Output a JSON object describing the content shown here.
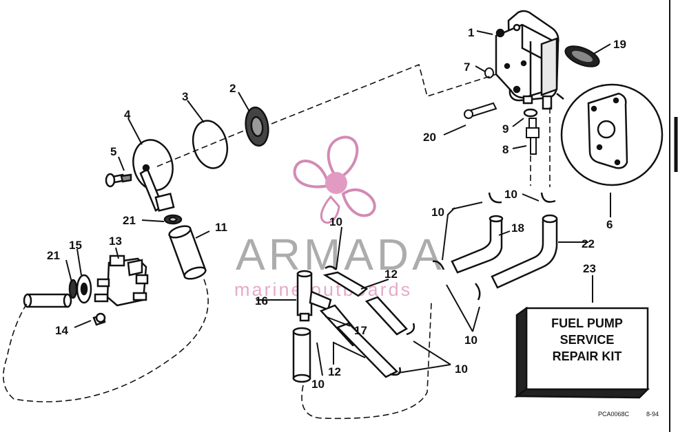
{
  "diagram": {
    "parts": [
      {
        "num": "1"
      },
      {
        "num": "2"
      },
      {
        "num": "3"
      },
      {
        "num": "4"
      },
      {
        "num": "5"
      },
      {
        "num": "6"
      },
      {
        "num": "7"
      },
      {
        "num": "8"
      },
      {
        "num": "9"
      },
      {
        "num": "10"
      },
      {
        "num": "11"
      },
      {
        "num": "12"
      },
      {
        "num": "13"
      },
      {
        "num": "14"
      },
      {
        "num": "15"
      },
      {
        "num": "16"
      },
      {
        "num": "17"
      },
      {
        "num": "18"
      },
      {
        "num": "19"
      },
      {
        "num": "20"
      },
      {
        "num": "21"
      },
      {
        "num": "22"
      },
      {
        "num": "23"
      }
    ],
    "kit_box": {
      "line1": "FUEL PUMP",
      "line2": "SERVICE",
      "line3": "REPAIR KIT"
    },
    "ref_code": "PCA0068C",
    "date_code": "8-94"
  },
  "watermark": {
    "title": "ARMADA",
    "subtitle": "marine outboards",
    "colors": {
      "pink": "#e4a6c8",
      "gray": "#a8a8a8"
    }
  },
  "colors": {
    "ink": "#111111",
    "background": "#ffffff"
  }
}
